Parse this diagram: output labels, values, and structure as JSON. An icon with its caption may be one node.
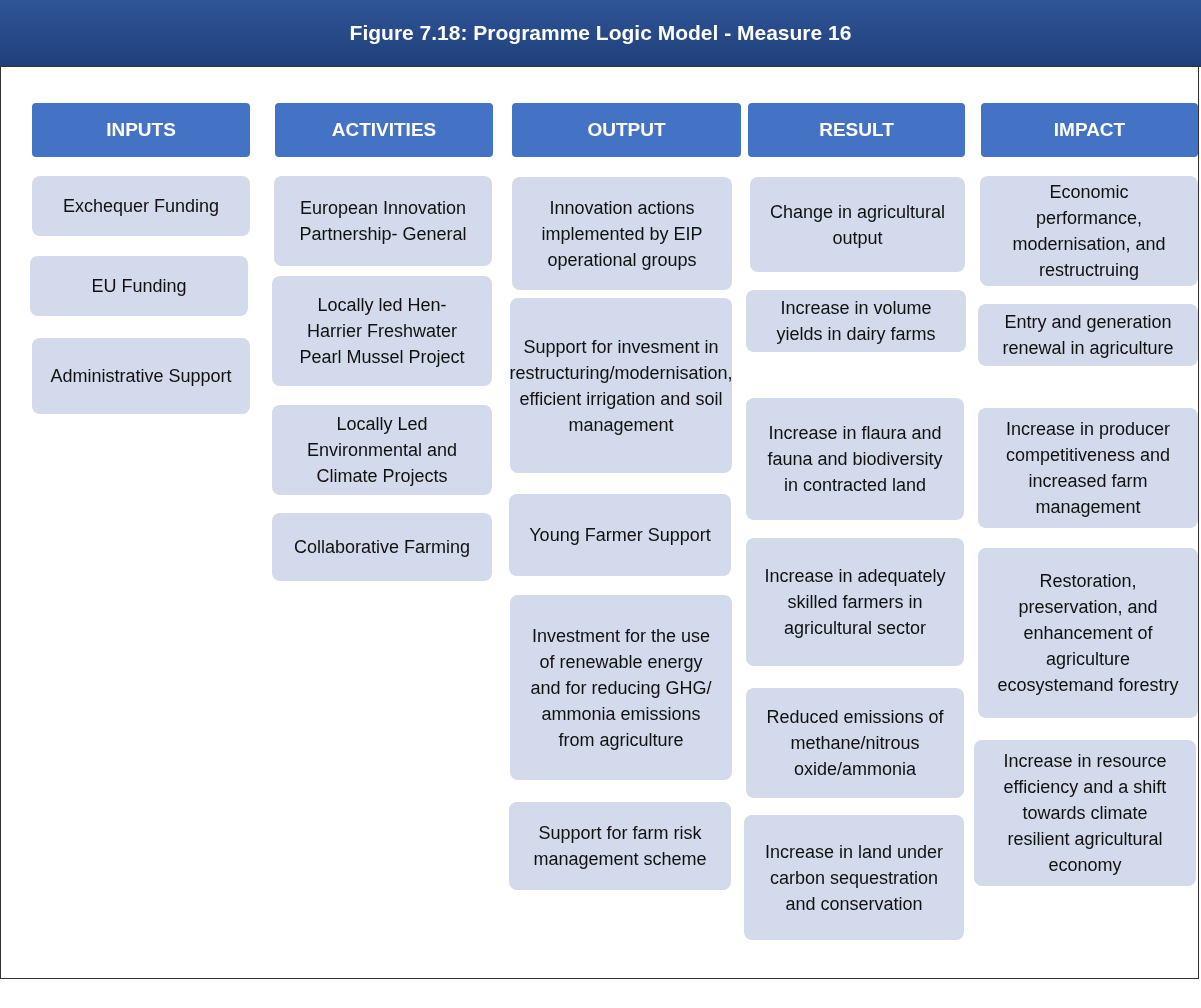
{
  "diagram": {
    "title": "Figure 7.18: Programme Logic Model - Measure 16",
    "nodes": [
      {
        "text": [
          "INPUTS"
        ]
      },
      {
        "text": [
          "ACTIVITIES"
        ]
      },
      {
        "text": [
          "OUTPUT"
        ]
      },
      {
        "text": [
          "RESULT"
        ]
      },
      {
        "text": [
          "IMPACT"
        ]
      },
      {
        "text": [
          "Exchequer Funding"
        ]
      },
      {
        "text": [
          "EU Funding"
        ]
      },
      {
        "text": [
          "Administrative Support"
        ]
      },
      {
        "text": [
          "European Innovation Partnership- General"
        ]
      },
      {
        "text": [
          "Locally led Hen-Harrier Freshwater Pearl Mussel Project"
        ]
      },
      {
        "text": [
          "Locally Led Environmental and Climate Projects"
        ]
      },
      {
        "text": [
          "Collaborative Farming"
        ]
      },
      {
        "text": [
          "Innovation actions implemented by EIP operational groups"
        ]
      },
      {
        "text": [
          "Support for invesment in restructuring/modernisation, efficient irrigation and soil management"
        ]
      },
      {
        "text": [
          "Young Farmer Support"
        ]
      },
      {
        "text": [
          "Investment for the use of renewable energy and for reducing GHG/ ammonia emissions from agriculture"
        ]
      },
      {
        "text": [
          "Support for farm risk management scheme"
        ]
      },
      {
        "text": [
          "Change in agricultural output"
        ]
      },
      {
        "text": [
          "Increase in volume yields in dairy farms"
        ]
      },
      {
        "text": [
          "Increase in flaura and fauna and biodiversity in contracted land"
        ]
      },
      {
        "text": [
          "Increase in adequately skilled farmers in agricultural sector"
        ]
      },
      {
        "text": [
          "Reduced emissions of methane/nitrous oxide/ammonia"
        ]
      },
      {
        "text": [
          "Increase in land under carbon sequestration and conservation"
        ]
      },
      {
        "text": [
          "Economic performance, modernisation, and restructruing"
        ]
      },
      {
        "text": [
          "Entry and generation renewal in agriculture"
        ]
      },
      {
        "text": [
          "Increase in producer competitiveness and increased farm management"
        ]
      },
      {
        "text": [
          "Restoration, preservation, and enhancement of agriculture ecosystemand forestry"
        ]
      },
      {
        "text": [
          "Increase in resource efficiency and a shift towards climate resilient agricultural economy"
        ]
      }
    ]
  }
}
